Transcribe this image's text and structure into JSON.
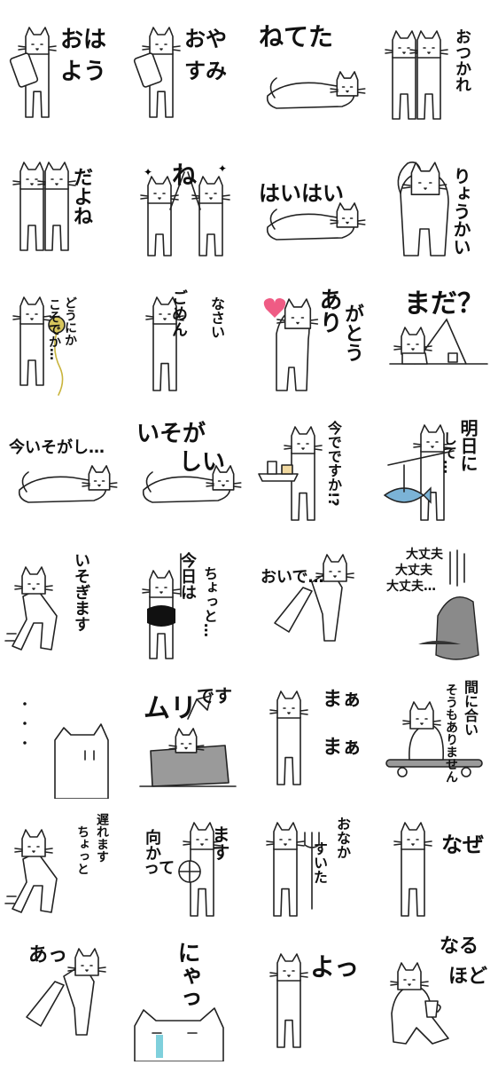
{
  "sheet": {
    "title": ""
  },
  "stickers": [
    {
      "id": "s1",
      "text": [
        "おは",
        "よう"
      ],
      "pose": "phone"
    },
    {
      "id": "s2",
      "text": [
        "おや",
        "すみ"
      ],
      "pose": "phone"
    },
    {
      "id": "s3",
      "text": [
        "ねてた"
      ],
      "pose": "lying"
    },
    {
      "id": "s4",
      "text": [
        "おつかれ"
      ],
      "pose": "pair"
    },
    {
      "id": "s5",
      "text": [
        "だよね"
      ],
      "pose": "pair"
    },
    {
      "id": "s6",
      "text": [
        "ね"
      ],
      "pose": "highfive"
    },
    {
      "id": "s7",
      "text": [
        "はいはい"
      ],
      "pose": "lying"
    },
    {
      "id": "s8",
      "text": [
        "りょうかい"
      ],
      "pose": "salute"
    },
    {
      "id": "s9",
      "text": [
        "こそでか…",
        "どうにか"
      ],
      "pose": "yarn"
    },
    {
      "id": "s10",
      "text": [
        "ごめん",
        "なさい"
      ],
      "pose": "stand"
    },
    {
      "id": "s11",
      "text": [
        "あり",
        "がとう"
      ],
      "pose": "heart"
    },
    {
      "id": "s12",
      "text": [
        "まだ？"
      ],
      "pose": "slope"
    },
    {
      "id": "s13",
      "text": [
        "今いそがし…"
      ],
      "pose": "lying"
    },
    {
      "id": "s14",
      "text": [
        "いそが",
        "しい"
      ],
      "pose": "lying"
    },
    {
      "id": "s15",
      "text": [
        "今でですか!?"
      ],
      "pose": "tray"
    },
    {
      "id": "s16",
      "text": [
        "明日に",
        "して…"
      ],
      "pose": "fish"
    },
    {
      "id": "s17",
      "text": [
        "いそぎます"
      ],
      "pose": "run"
    },
    {
      "id": "s18",
      "text": [
        "今日は",
        "ちょっと…"
      ],
      "pose": "tied"
    },
    {
      "id": "s19",
      "text": [
        "おいで…"
      ],
      "pose": "reach"
    },
    {
      "id": "s20",
      "text": [
        "大丈夫",
        "大丈夫",
        "大丈夫…"
      ],
      "pose": "sad"
    },
    {
      "id": "s21",
      "text": [
        "・",
        "・",
        "・"
      ],
      "pose": "peek"
    },
    {
      "id": "s22",
      "text": [
        "ムリ",
        "です"
      ],
      "pose": "box"
    },
    {
      "id": "s23",
      "text": [
        "まぁ",
        "まぁ"
      ],
      "pose": "stand"
    },
    {
      "id": "s24",
      "text": [
        "間に合い",
        "そうもありません"
      ],
      "pose": "skate"
    },
    {
      "id": "s25",
      "text": [
        "遅れます",
        "ちょっと"
      ],
      "pose": "run"
    },
    {
      "id": "s26",
      "text": [
        "向か",
        "って",
        "ます"
      ],
      "pose": "wheel"
    },
    {
      "id": "s27",
      "text": [
        "おなか",
        "すいた"
      ],
      "pose": "fork"
    },
    {
      "id": "s28",
      "text": [
        "なぜ"
      ],
      "pose": "stand"
    },
    {
      "id": "s29",
      "text": [
        "あっ"
      ],
      "pose": "reach"
    },
    {
      "id": "s30",
      "text": [
        "にゃっ"
      ],
      "pose": "cry"
    },
    {
      "id": "s31",
      "text": [
        "よっ"
      ],
      "pose": "stand"
    },
    {
      "id": "s32",
      "text": [
        "なる",
        "ほど"
      ],
      "pose": "sit"
    }
  ]
}
